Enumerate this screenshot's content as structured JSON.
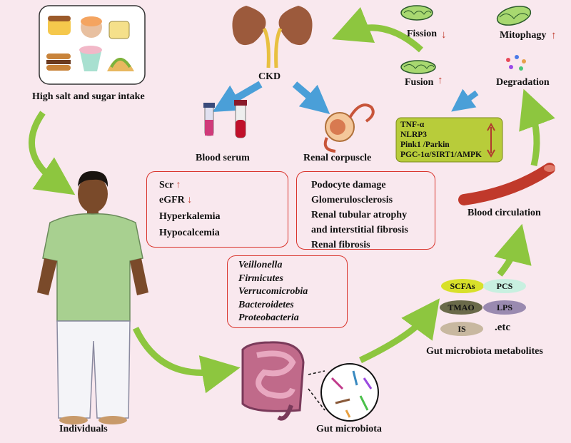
{
  "labels": {
    "food": "High salt and sugar intake",
    "ckd": "CKD",
    "blood_serum": "Blood serum",
    "renal_corpuscle": "Renal corpuscle",
    "fission": "Fission",
    "mitophagy": "Mitophagy",
    "fusion": "Fusion",
    "degradation": "Degradation",
    "blood_circulation": "Blood circulation",
    "individuals": "Individuals",
    "gut_microbiota": "Gut microbiota",
    "metabolites_title": "Gut microbiota metabolites"
  },
  "serum_box": [
    "Scr",
    "eGFR",
    "Hyperkalemia",
    "Hypocalcemia"
  ],
  "kidney_box": [
    "Podocyte damage",
    "Glomerulosclerosis",
    "Renal tubular atrophy",
    "and interstitial fibrosis",
    "Renal fibrosis"
  ],
  "bacteria_box": [
    "Veillonella",
    "Firmicutes",
    "Verrucomicrobia",
    "Bacteroidetes",
    "Proteobacteria"
  ],
  "pathway_box": [
    "TNF-α",
    "NLRP3",
    "Pink1 /Parkin",
    "PGC-1α/SIRT1/AMPK"
  ],
  "metabolites": [
    "SCFAs",
    "PCS",
    "TMAO",
    "LPS",
    "IS",
    ".etc"
  ],
  "colors": {
    "background": "#f9e8ee",
    "box_border": "#d9342c",
    "green_arrow": "#8dc63f",
    "blue_arrow": "#4a9fd8",
    "pathway_fill": "#b8cc3a",
    "red_arrow": "#b03a2e"
  }
}
